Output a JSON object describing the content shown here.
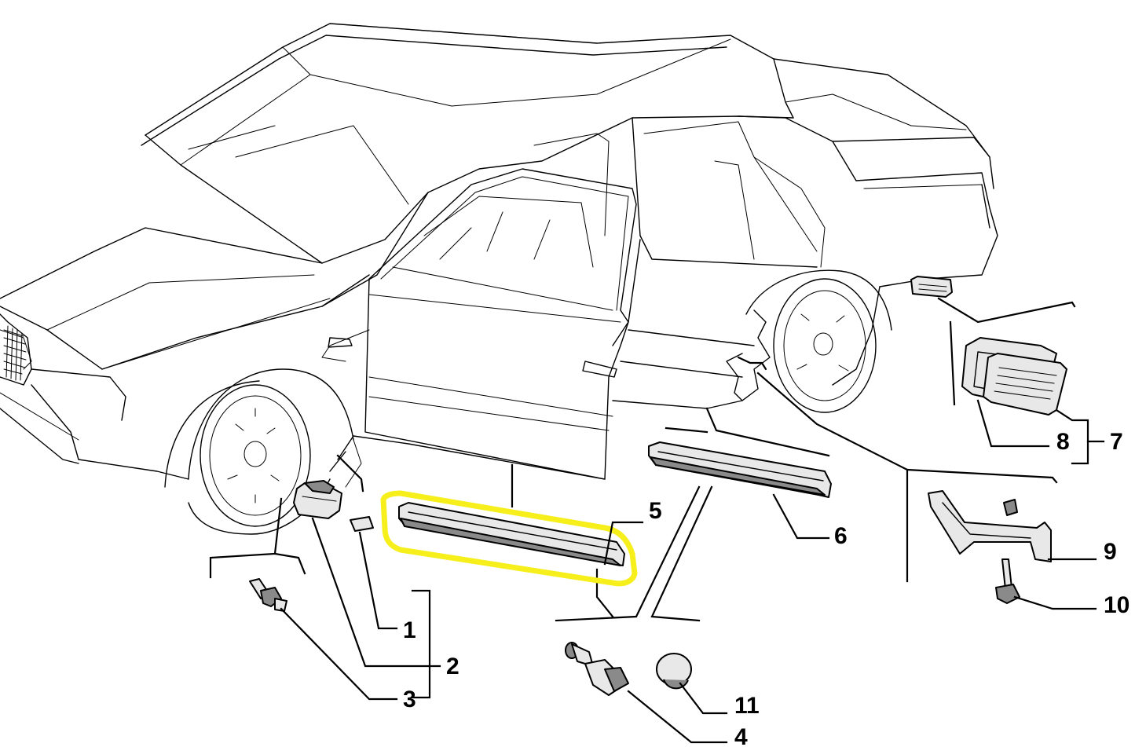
{
  "callouts": {
    "c1": "1",
    "c2": "2",
    "c3": "3",
    "c4": "4",
    "c5": "5",
    "c6": "6",
    "c7": "7",
    "c8": "8",
    "c9": "9",
    "c10": "10",
    "c11": "11"
  },
  "colors": {
    "highlight": "#f6ef1c",
    "line": "#000000",
    "background": "#ffffff"
  }
}
